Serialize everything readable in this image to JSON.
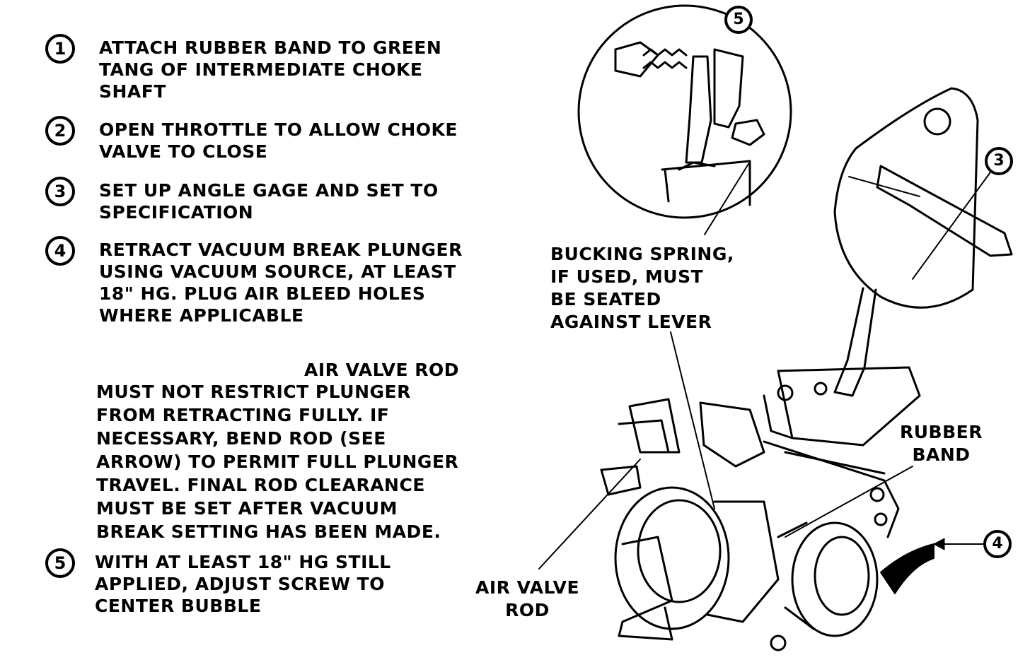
{
  "steps": [
    {
      "number": "1",
      "text": "ATTACH RUBBER BAND TO GREEN\nTANG OF INTERMEDIATE CHOKE\nSHAFT"
    },
    {
      "number": "2",
      "text": "OPEN THROTTLE TO ALLOW CHOKE\nVALVE TO CLOSE"
    },
    {
      "number": "3",
      "text": "SET UP ANGLE GAGE AND SET TO\nSPECIFICATION"
    },
    {
      "number": "4",
      "text": "RETRACT VACUUM BREAK PLUNGER\nUSING VACUUM SOURCE, AT LEAST\n18\" HG. PLUG AIR BLEED HOLES\nWHERE APPLICABLE"
    },
    {
      "number": "5",
      "text": "WITH AT LEAST 18\" HG STILL\nAPPLIED, ADJUST SCREW TO\nCENTER BUBBLE"
    }
  ],
  "note": {
    "heading": "AIR VALVE ROD",
    "body": "MUST NOT RESTRICT PLUNGER\nFROM RETRACTING FULLY. IF\nNECESSARY, BEND ROD (SEE\nARROW) TO PERMIT FULL PLUNGER\nTRAVEL. FINAL ROD CLEARANCE\nMUST BE SET AFTER VACUUM\nBREAK SETTING HAS BEEN MADE."
  },
  "callouts": {
    "bucking_spring": "BUCKING SPRING,\nIF USED, MUST\nBE SEATED\nAGAINST LEVER",
    "rubber_band": "RUBBER\nBAND",
    "air_valve_rod": "AIR VALVE\nROD"
  },
  "badges": {
    "inset": "5",
    "gage": "3",
    "vacuum": "4"
  }
}
